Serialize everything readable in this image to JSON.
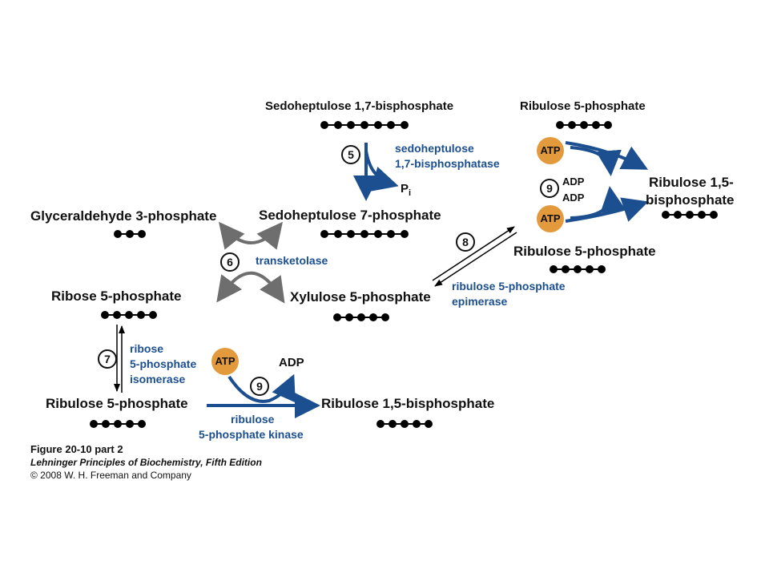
{
  "metabolites": {
    "sedoheptulose_bp": "Sedoheptulose 1,7-bisphosphate",
    "sedoheptulose_7p": "Sedoheptulose 7-phosphate",
    "glyceraldehyde_3p": "Glyceraldehyde 3-phosphate",
    "ribose_5p": "Ribose 5-phosphate",
    "xylulose_5p": "Xylulose 5-phosphate",
    "ribulose_5p_left": "Ribulose 5-phosphate",
    "ribulose_bp_bottom": "Ribulose 1,5-bisphosphate",
    "ribulose_5p_top": "Ribulose 5-phosphate",
    "ribulose_5p_right": "Ribulose 5-phosphate",
    "ribulose_bp_right_1": "Ribulose 1,5-",
    "ribulose_bp_right_2": "bisphosphate",
    "pi": "P",
    "pi_sub": "i"
  },
  "enzymes": {
    "sedoheptulose_1": "sedoheptulose",
    "sedoheptulose_2": "1,7-bisphosphatase",
    "transketolase": "transketolase",
    "epimerase_1": "ribulose 5-phosphate",
    "epimerase_2": "epimerase",
    "isomerase_1": "ribose",
    "isomerase_2": "5-phosphate",
    "isomerase_3": "isomerase",
    "kinase_1": "ribulose",
    "kinase_2": "5-phosphate kinase"
  },
  "steps": {
    "s5": "5",
    "s6": "6",
    "s7": "7",
    "s8": "8",
    "s9a": "9",
    "s9b": "9"
  },
  "cofactors": {
    "atp": "ATP",
    "adp": "ADP"
  },
  "caption": {
    "figure": "Figure 20-10 part 2",
    "book": "Lehninger Principles of Biochemistry, Fifth Edition",
    "copyright": "© 2008 W. H. Freeman and Company"
  },
  "colors": {
    "enzyme": "#1b4f8f",
    "arrow_blue": "#1b4f8f",
    "arrow_gray": "#6e6e6e",
    "atp": "#e39a3c"
  }
}
